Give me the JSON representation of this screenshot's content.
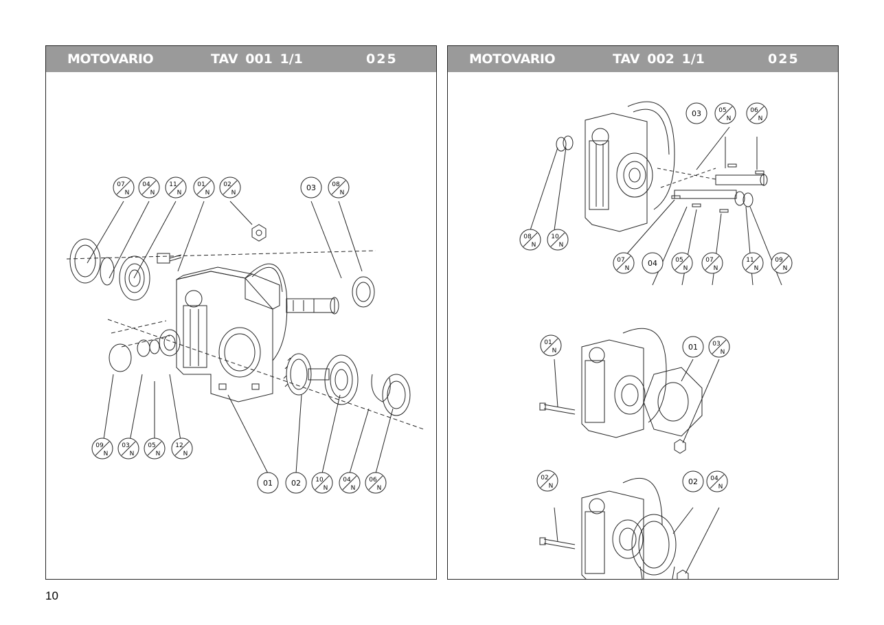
{
  "page_number": "10",
  "panels": [
    {
      "brand": "MOTOVARIO",
      "table": "TAV 001  1/1",
      "code": "025",
      "callouts": [
        {
          "main": "07",
          "sub": "N"
        },
        {
          "main": "04",
          "sub": "N"
        },
        {
          "main": "11",
          "sub": "N"
        },
        {
          "main": "01",
          "sub": "N"
        },
        {
          "main": "02",
          "sub": "N"
        },
        {
          "main": "03",
          "sub": ""
        },
        {
          "main": "08",
          "sub": "N"
        },
        {
          "main": "09",
          "sub": "N"
        },
        {
          "main": "03",
          "sub": "N"
        },
        {
          "main": "05",
          "sub": "N"
        },
        {
          "main": "12",
          "sub": "N"
        },
        {
          "main": "01",
          "sub": ""
        },
        {
          "main": "02",
          "sub": ""
        },
        {
          "main": "10",
          "sub": "N"
        },
        {
          "main": "04",
          "sub": "N"
        },
        {
          "main": "06",
          "sub": "N"
        }
      ]
    },
    {
      "brand": "MOTOVARIO",
      "table": "TAV 002  1/1",
      "code": "025",
      "callouts": [
        {
          "main": "03",
          "sub": ""
        },
        {
          "main": "05",
          "sub": "N"
        },
        {
          "main": "06",
          "sub": "N"
        },
        {
          "main": "08",
          "sub": "N"
        },
        {
          "main": "10",
          "sub": "N"
        },
        {
          "main": "07",
          "sub": "N"
        },
        {
          "main": "04",
          "sub": ""
        },
        {
          "main": "05",
          "sub": "N"
        },
        {
          "main": "07",
          "sub": "N"
        },
        {
          "main": "11",
          "sub": "N"
        },
        {
          "main": "09",
          "sub": "N"
        },
        {
          "main": "01",
          "sub": "N"
        },
        {
          "main": "01",
          "sub": ""
        },
        {
          "main": "03",
          "sub": "N"
        },
        {
          "main": "02",
          "sub": "N"
        },
        {
          "main": "02",
          "sub": ""
        },
        {
          "main": "04",
          "sub": "N"
        }
      ]
    }
  ]
}
